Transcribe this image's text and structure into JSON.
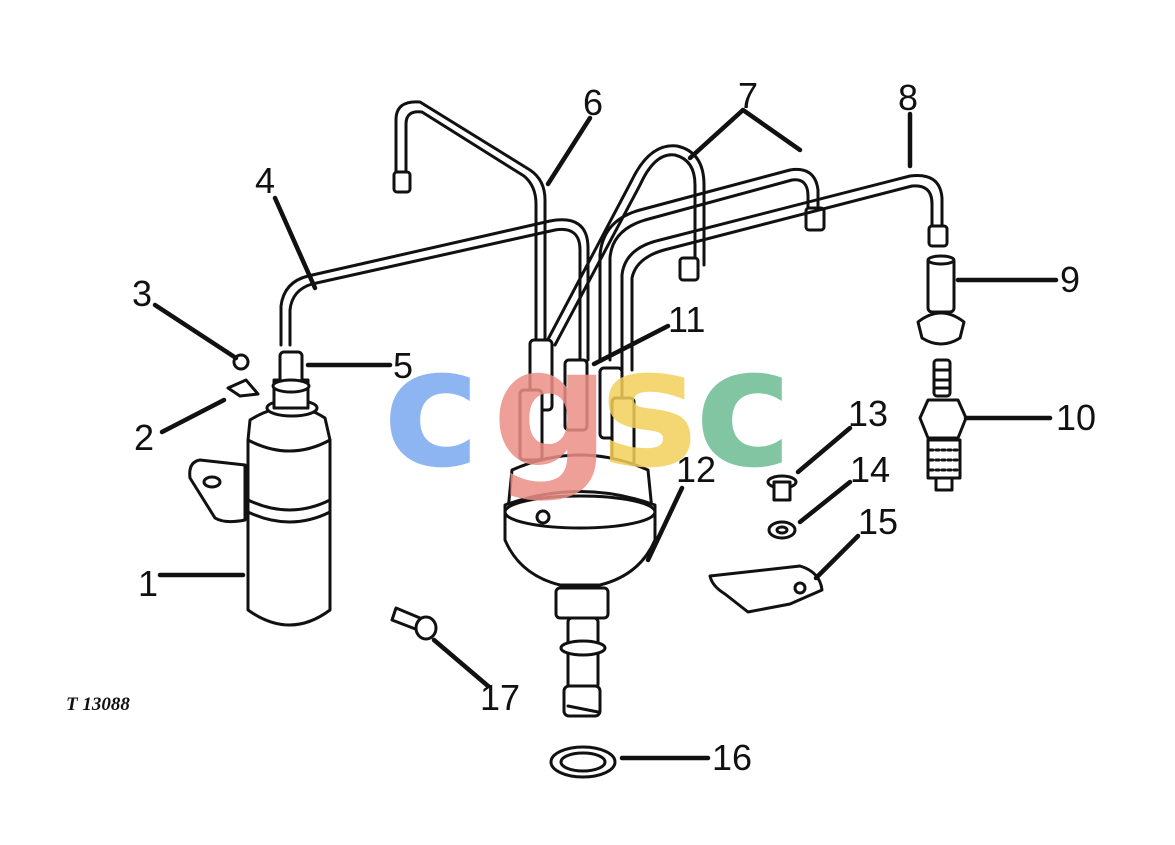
{
  "drawing_id": "T 13088",
  "callouts": [
    {
      "label": "1",
      "part": "ignition-coil"
    },
    {
      "label": "2",
      "part": "clip"
    },
    {
      "label": "3",
      "part": "nut"
    },
    {
      "label": "4",
      "part": "coil-lead"
    },
    {
      "label": "5",
      "part": "coil-terminal-boot"
    },
    {
      "label": "6",
      "part": "spark-plug-lead"
    },
    {
      "label": "7",
      "part": "spark-plug-leads"
    },
    {
      "label": "8",
      "part": "spark-plug-lead"
    },
    {
      "label": "9",
      "part": "plug-boot"
    },
    {
      "label": "10",
      "part": "spark-plug"
    },
    {
      "label": "11",
      "part": "lead-boots"
    },
    {
      "label": "12",
      "part": "distributor"
    },
    {
      "label": "13",
      "part": "screw"
    },
    {
      "label": "14",
      "part": "washer"
    },
    {
      "label": "15",
      "part": "clamp-plate"
    },
    {
      "label": "16",
      "part": "seal-ring"
    },
    {
      "label": "17",
      "part": "bolt"
    }
  ],
  "watermark": {
    "letters": [
      "c",
      "g",
      "s",
      "c"
    ],
    "colors": [
      "#7aa9f0",
      "#ec8f86",
      "#f3cf5a",
      "#6dbb92"
    ]
  },
  "colors": {
    "line": "#111111",
    "background": "#ffffff"
  }
}
